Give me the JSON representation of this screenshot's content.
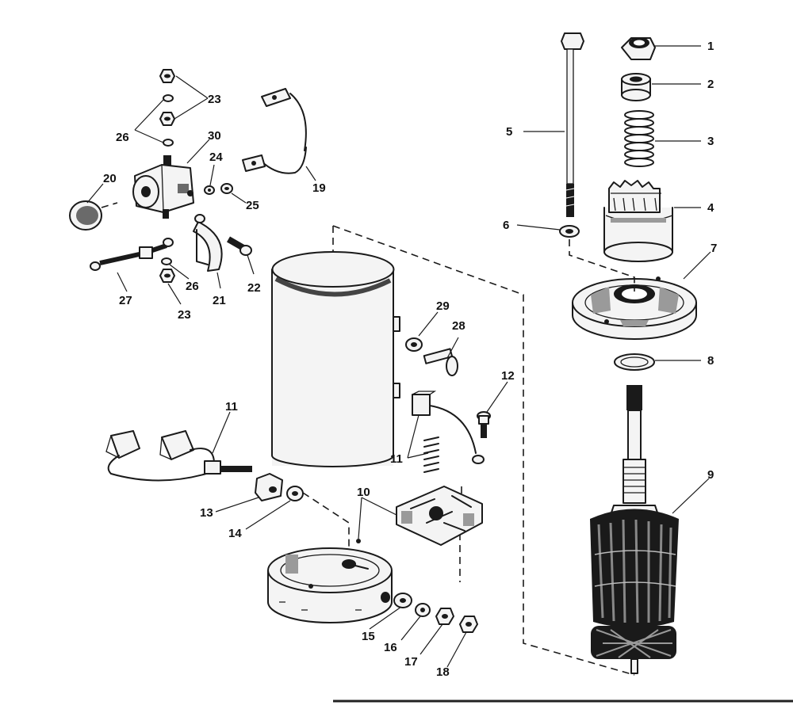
{
  "callouts": {
    "c1": "1",
    "c2": "2",
    "c3": "3",
    "c4": "4",
    "c5": "5",
    "c6": "6",
    "c7": "7",
    "c8": "8",
    "c9": "9",
    "c10": "10",
    "c11a": "11",
    "c11b": "11",
    "c12": "12",
    "c13": "13",
    "c14": "14",
    "c15": "15",
    "c16": "16",
    "c17": "17",
    "c18": "18",
    "c19": "19",
    "c20": "20",
    "c21": "21",
    "c22": "22",
    "c23a": "23",
    "c23b": "23",
    "c24": "24",
    "c25": "25",
    "c26a": "26",
    "c26b": "26",
    "c27": "27",
    "c28": "28",
    "c29": "29",
    "c30": "30"
  }
}
